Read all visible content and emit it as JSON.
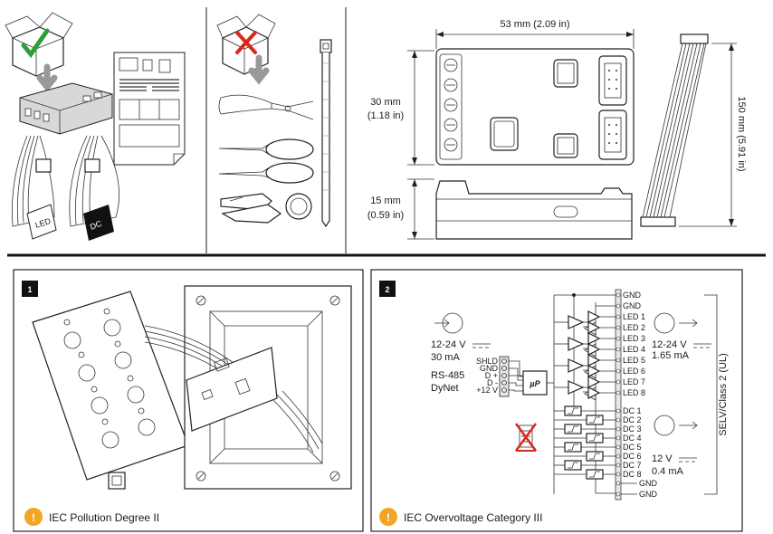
{
  "dimensions": {
    "width": "53 mm (2.09 in)",
    "height_mm": "30 mm",
    "height_in": "(1.18 in)",
    "depth_mm": "15 mm",
    "depth_in": "(0.59 in)",
    "cable": "150 mm (5.91 in)"
  },
  "cable_tags": {
    "led": "LED",
    "dc": "DC"
  },
  "panel1": {
    "number": "1",
    "note": "IEC Pollution Degree II"
  },
  "panel2": {
    "number": "2",
    "note": "IEC Overvoltage Category III",
    "supply_voltage": "12-24 V",
    "supply_current": "30 mA",
    "bus_line1": "RS-485",
    "bus_line2": "DyNet",
    "bus_pins": [
      "SHLD",
      "GND",
      "D +",
      "D -",
      "+12 V"
    ],
    "micro": "µP",
    "top_pins": [
      "GND",
      "GND"
    ],
    "led_pins": [
      "LED 1",
      "LED 2",
      "LED 3",
      "LED 4",
      "LED 5",
      "LED 6",
      "LED 7",
      "LED 8"
    ],
    "dc_pins": [
      "DC 1",
      "DC 2",
      "DC 3",
      "DC 4",
      "DC 5",
      "DC 6",
      "DC 7",
      "DC 8"
    ],
    "bottom_pins": [
      "GND",
      "GND"
    ],
    "led_out_voltage": "12-24 V",
    "led_out_current": "1.65 mA",
    "dc_out_voltage": "12 V",
    "dc_out_current": "0.4 mA",
    "selv": "SELV/Class 2 (UL)"
  }
}
